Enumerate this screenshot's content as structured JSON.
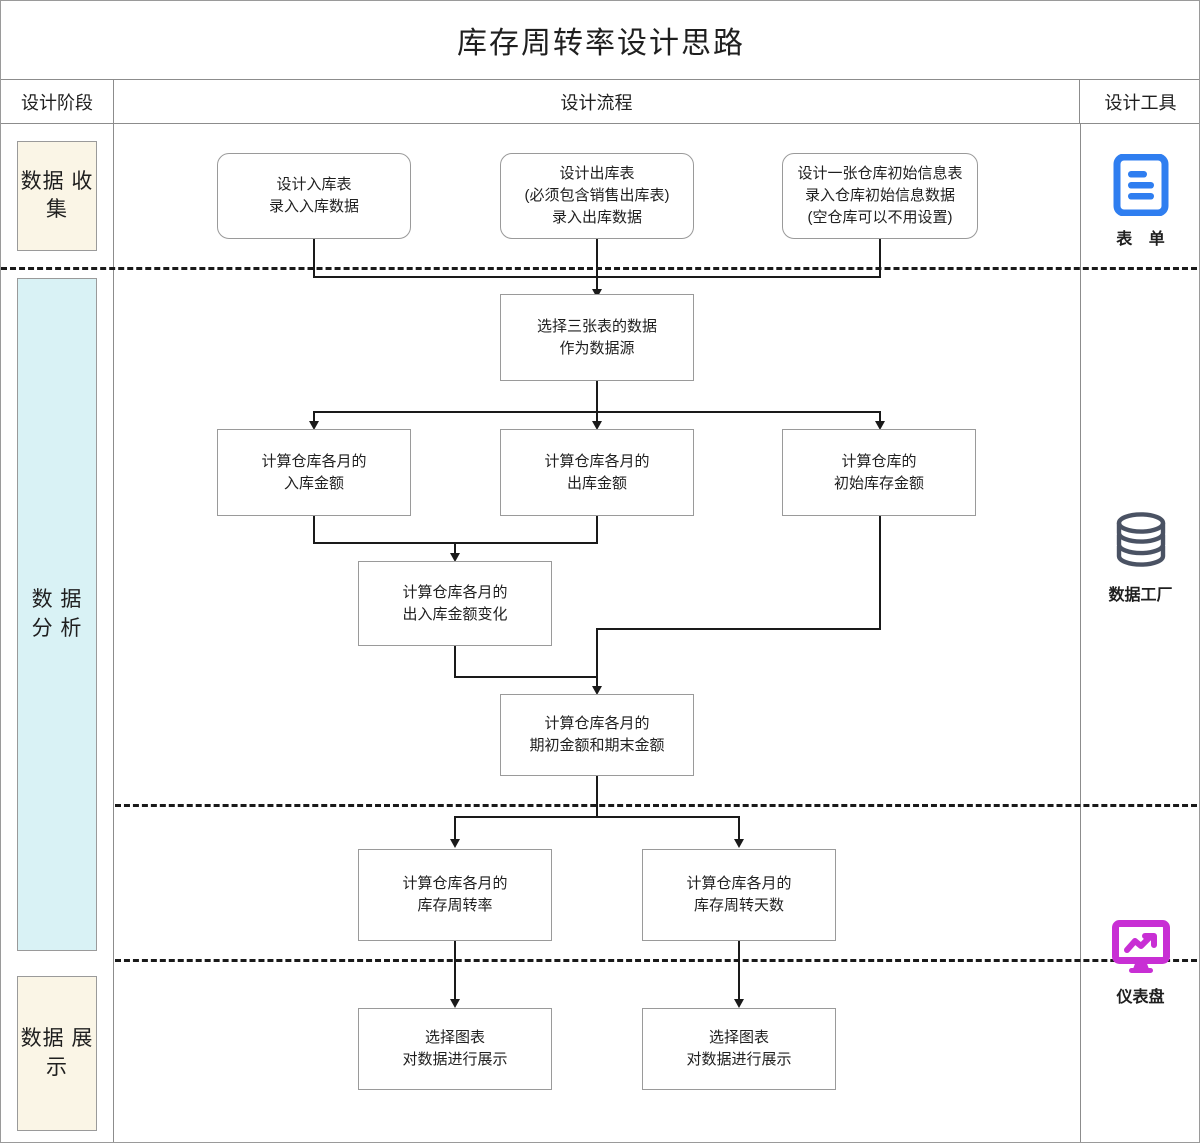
{
  "title": "库存周转率设计思路",
  "headers": {
    "stage": "设计阶段",
    "flow": "设计流程",
    "tool": "设计工具"
  },
  "stages": [
    {
      "id": "collect",
      "label": "数据\n收集",
      "color": "#faf5e6"
    },
    {
      "id": "analyze",
      "label": "数\n据\n分\n析",
      "color": "#d9f2f5"
    },
    {
      "id": "present",
      "label": "数据\n展示",
      "color": "#faf5e6"
    }
  ],
  "nodes": {
    "inbound_table": "设计入库表\n录入入库数据",
    "outbound_table": "设计出库表\n(必须包含销售出库表)\n录入出库数据",
    "initial_table": "设计一张仓库初始信息表\n录入仓库初始信息数据\n(空仓库可以不用设置)",
    "data_source": "选择三张表的数据\n作为数据源",
    "inbound_amount": "计算仓库各月的\n入库金额",
    "outbound_amount": "计算仓库各月的\n出库金额",
    "initial_amount": "计算仓库的\n初始库存金额",
    "amount_change": "计算仓库各月的\n出入库金额变化",
    "period_amount": "计算仓库各月的\n期初金额和期末金额",
    "turnover_rate": "计算仓库各月的\n库存周转率",
    "turnover_days": "计算仓库各月的\n库存周转天数",
    "chart_rate": "选择图表\n对数据进行展示",
    "chart_days": "选择图表\n对数据进行展示"
  },
  "tools": [
    {
      "id": "form",
      "label": "表 单",
      "icon": "form-document-icon",
      "color": "#2f7ef0"
    },
    {
      "id": "datafactory",
      "label": "数据工厂",
      "icon": "database-icon",
      "color": "#4a5263"
    },
    {
      "id": "dashboard",
      "label": "仪表盘",
      "icon": "dashboard-monitor-icon",
      "color": "#c82fd4"
    }
  ]
}
